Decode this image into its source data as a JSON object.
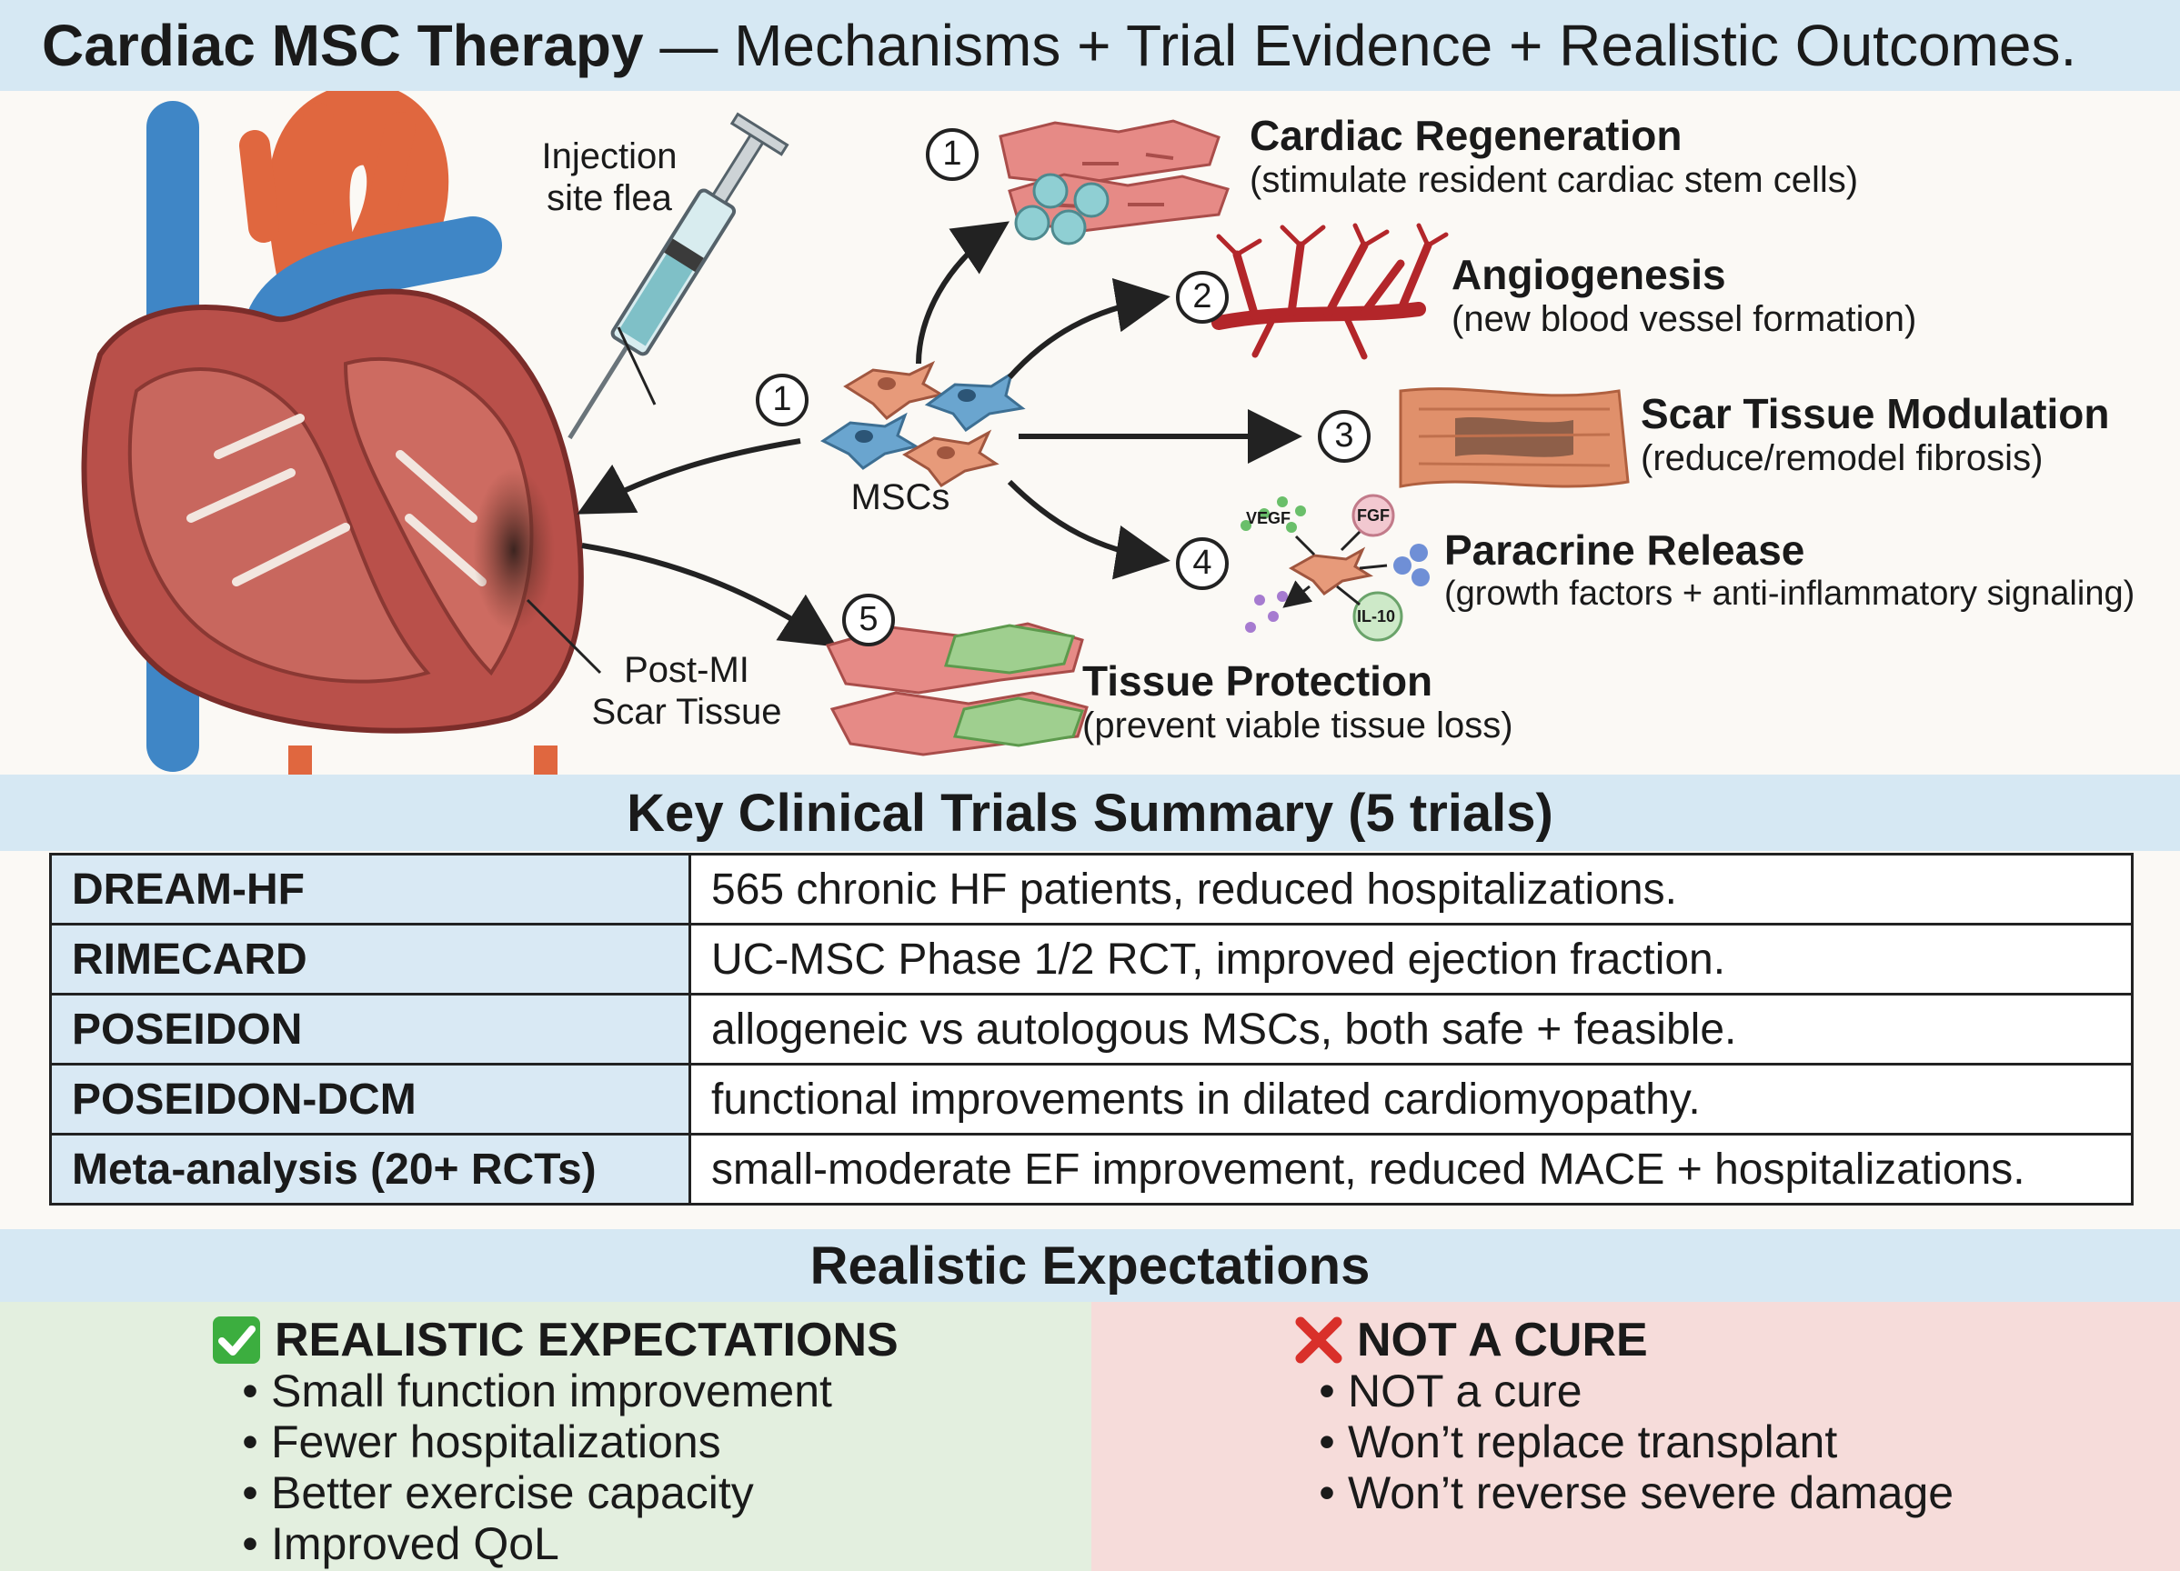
{
  "title": {
    "bold": "Cardiac MSC Therapy",
    "rest": " — Mechanisms + Trial Evidence + Realistic Outcomes."
  },
  "diagram": {
    "injection_label_1": "Injection",
    "injection_label_2": "site flea",
    "scar_label_1": "Post-MI",
    "scar_label_2": "Scar Tissue",
    "msc_label": "MSCs",
    "center_number": "1",
    "mechanisms": [
      {
        "number": "1",
        "title": "Cardiac Regeneration",
        "subtitle": "(stimulate resident cardiac stem cells)"
      },
      {
        "number": "2",
        "title": "Angiogenesis",
        "subtitle": "(new blood vessel formation)"
      },
      {
        "number": "3",
        "title": "Scar Tissue Modulation",
        "subtitle": "(reduce/remodel fibrosis)"
      },
      {
        "number": "4",
        "title": "Paracrine Release",
        "subtitle": "(growth factors + anti-inflammatory signaling)"
      },
      {
        "number": "5",
        "title": "Tissue Protection",
        "subtitle": "(prevent viable tissue loss)"
      }
    ],
    "factors": {
      "vegf": "VEGF",
      "fgf": "FGF",
      "il10": "IL-10"
    }
  },
  "trials": {
    "heading": "Key Clinical Trials Summary (5 trials)",
    "rows": [
      {
        "name": "DREAM-HF",
        "desc": "565 chronic HF patients, reduced hospitalizations."
      },
      {
        "name": "RIMECARD",
        "desc": "UC-MSC Phase 1/2 RCT, improved ejection fraction."
      },
      {
        "name": "POSEIDON",
        "desc": "allogeneic vs autologous MSCs, both safe + feasible."
      },
      {
        "name": "POSEIDON-DCM",
        "desc": "functional improvements in dilated cardiomyopathy."
      },
      {
        "name": "Meta-analysis (20+ RCTs)",
        "desc": "small-moderate EF improvement, reduced MACE + hospitalizations."
      }
    ]
  },
  "expectations": {
    "heading": "Realistic Expectations",
    "good": {
      "title": "REALISTIC EXPECTATIONS",
      "icon": "check-mark-icon",
      "items": [
        "Small function improvement",
        "Fewer hospitalizations",
        "Better exercise capacity",
        "Improved QoL"
      ]
    },
    "bad": {
      "title": "NOT A CURE",
      "icon": "cross-mark-icon",
      "items": [
        "NOT a cure",
        "Won’t replace transplant",
        "Won’t reverse severe damage"
      ]
    }
  },
  "colors": {
    "band": "#d6e8f3",
    "good_panel": "#e3efdf",
    "bad_panel": "#f6dcda",
    "heart": "#b9504a",
    "vessel_blue": "#3f86c6",
    "vessel_orange": "#e0673f",
    "check_green": "#3cae3f",
    "cross_red": "#d9302a"
  }
}
